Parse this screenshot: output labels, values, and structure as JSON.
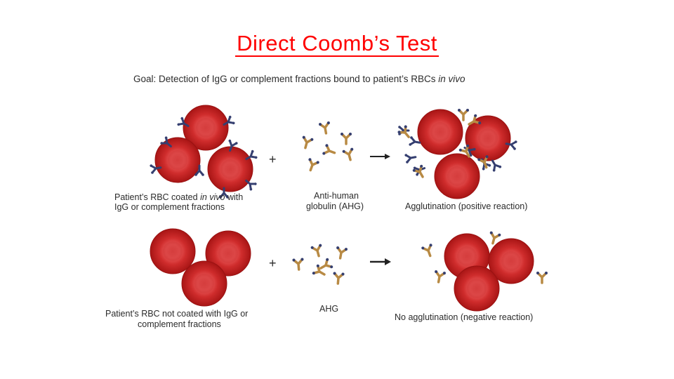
{
  "title": "Direct Coomb’s Test",
  "goal": {
    "text_prefix": "Goal: Detection of IgG or complement fractions bound to patient’s RBCs ",
    "text_italic": "in vivo"
  },
  "row1": {
    "rbc_label_line1_prefix": "Patient’s RBC coated ",
    "rbc_label_line1_italic": "in vivo",
    "rbc_label_line1_suffix": " with",
    "rbc_label_line2": "IgG or complement fractions",
    "plus": "+",
    "ahg_label_line1": "Anti-human",
    "ahg_label_line2": "globulin (AHG)",
    "result_label": "Agglutination (positive reaction)"
  },
  "row2": {
    "rbc_label_line1": "Patient’s RBC not coated with IgG or",
    "rbc_label_line2": "complement fractions",
    "plus": "+",
    "ahg_label": "AHG",
    "result_label": "No agglutination (negative reaction)"
  },
  "colors": {
    "title": "#ff0000",
    "rbc_outer": "#c41e1e",
    "rbc_center": "#e85050",
    "igg": "#353f70",
    "ahg": "#b88a44"
  },
  "icons": {
    "rbc": "red-blood-cell-icon",
    "igg": "igg-antibody-icon",
    "ahg": "ahg-antibody-icon",
    "arrow": "arrow-right-icon"
  }
}
